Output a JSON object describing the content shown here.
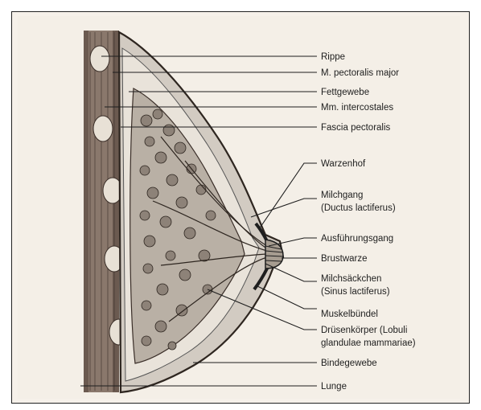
{
  "labels": {
    "rippe": "Rippe",
    "pectoralis_major": "M. pectoralis major",
    "fettgewebe": "Fettgewebe",
    "intercostales": "Mm. intercostales",
    "fascia": "Fascia pectoralis",
    "warzenhof": "Warzenhof",
    "milchgang_1": "Milchgang",
    "milchgang_2": "(Ductus lactiferus)",
    "ausfuehrungsgang": "Ausführungsgang",
    "brustwarze": "Brustwarze",
    "milchsaeckchen_1": "Milchsäckchen",
    "milchsaeckchen_2": "(Sinus lactiferus)",
    "muskelbuendel": "Muskelbündel",
    "druesenkoerper_1": "Drüsenkörper (Lobuli",
    "druesenkoerper_2": "glandulae mammariae)",
    "bindegewebe": "Bindegewebe",
    "lunge": "Lunge"
  }
}
